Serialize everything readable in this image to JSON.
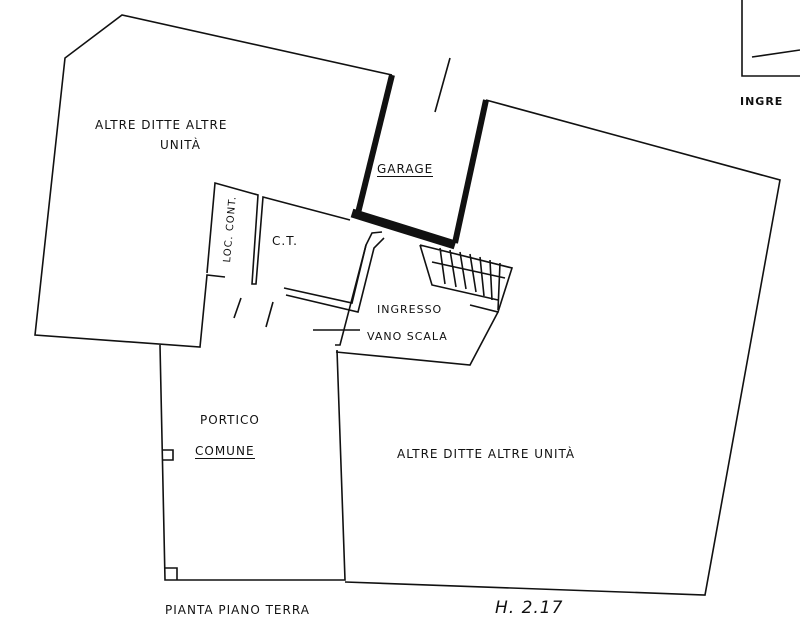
{
  "title": "PIANTA PIANO TERRA",
  "height_note": "H. 2.17",
  "rooms": {
    "top_left": [
      "ALTRE DITTE ALTRE",
      "UNITÀ"
    ],
    "garage": "GARAGE",
    "loc_cont": "LOC. CONT.",
    "ct": "C.T.",
    "ingresso": "INGRESSO",
    "vano_scala": "VANO SCALA",
    "portico": [
      "PORTICO",
      "COMUNE"
    ],
    "right": "ALTRE DITTE ALTRE UNITÀ"
  },
  "inset_label": "INGRE"
}
